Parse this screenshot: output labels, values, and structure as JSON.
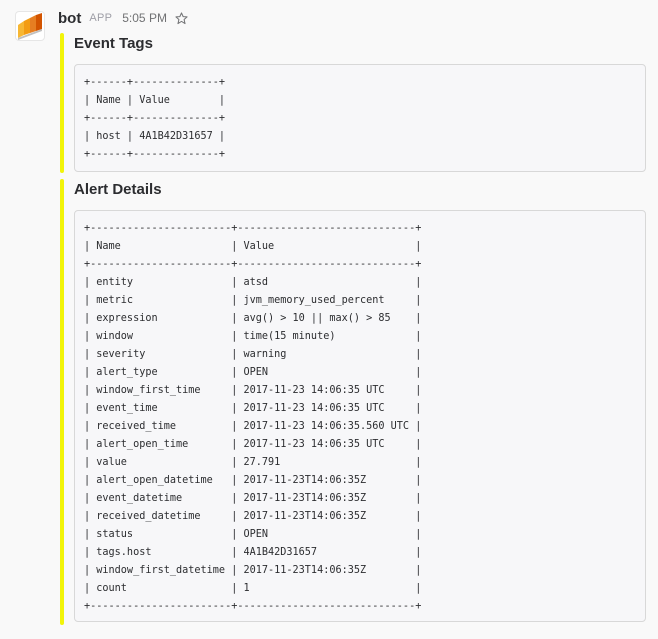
{
  "message": {
    "bot_name": "bot",
    "app_badge": "APP",
    "timestamp": "5:05 PM",
    "icons": {
      "avatar": "bot-avatar-logo",
      "star": "star-icon"
    }
  },
  "attachments": [
    {
      "title": "Event Tags",
      "bar_color": "#f2f40a",
      "table_text": "+------+--------------+\n| Name | Value        |\n+------+--------------+\n| host | 4A1B42D31657 |\n+------+--------------+"
    },
    {
      "title": "Alert Details",
      "bar_color": "#f2f40a",
      "table_text": "+-----------------------+-----------------------------+\n| Name                  | Value                       |\n+-----------------------+-----------------------------+\n| entity                | atsd                        |\n| metric                | jvm_memory_used_percent     |\n| expression            | avg() > 10 || max() > 85    |\n| window                | time(15 minute)             |\n| severity              | warning                     |\n| alert_type            | OPEN                        |\n| window_first_time     | 2017-11-23 14:06:35 UTC     |\n| event_time            | 2017-11-23 14:06:35 UTC     |\n| received_time         | 2017-11-23 14:06:35.560 UTC |\n| alert_open_time       | 2017-11-23 14:06:35 UTC     |\n| value                 | 27.791                      |\n| alert_open_datetime   | 2017-11-23T14:06:35Z        |\n| event_datetime        | 2017-11-23T14:06:35Z        |\n| received_datetime     | 2017-11-23T14:06:35Z        |\n| status                | OPEN                        |\n| tags.host             | 4A1B42D31657                |\n| window_first_datetime | 2017-11-23T14:06:35Z        |\n| count                 | 1                           |\n+-----------------------+-----------------------------+"
    }
  ]
}
